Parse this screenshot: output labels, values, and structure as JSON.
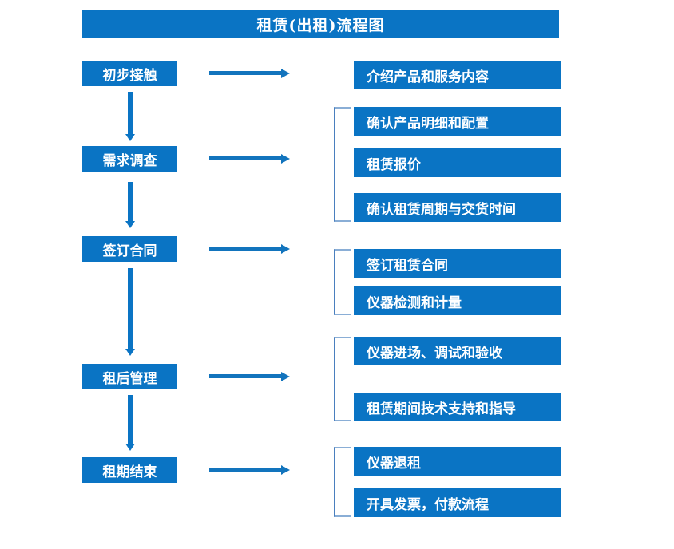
{
  "page": {
    "title": "租赁(出租)流程图",
    "colors": {
      "box_fill": "#0a74c4",
      "box_text": "#ffffff",
      "arrow": "#1274bd",
      "bracket": "#4a7fbe",
      "background": "#ffffff"
    }
  },
  "stages": [
    {
      "label": "初步接触"
    },
    {
      "label": "需求调查"
    },
    {
      "label": "签订合同"
    },
    {
      "label": "租后管理"
    },
    {
      "label": "租期结束"
    }
  ],
  "details": [
    {
      "label": "介绍产品和服务内容"
    },
    {
      "label": "确认产品明细和配置"
    },
    {
      "label": "租赁报价"
    },
    {
      "label": "确认租赁周期与交货时间"
    },
    {
      "label": "签订租赁合同"
    },
    {
      "label": "仪器检测和计量"
    },
    {
      "label": "仪器进场、调试和验收"
    },
    {
      "label": "租赁期间技术支持和指导"
    },
    {
      "label": "仪器退租"
    },
    {
      "label": "开具发票，付款流程"
    }
  ]
}
